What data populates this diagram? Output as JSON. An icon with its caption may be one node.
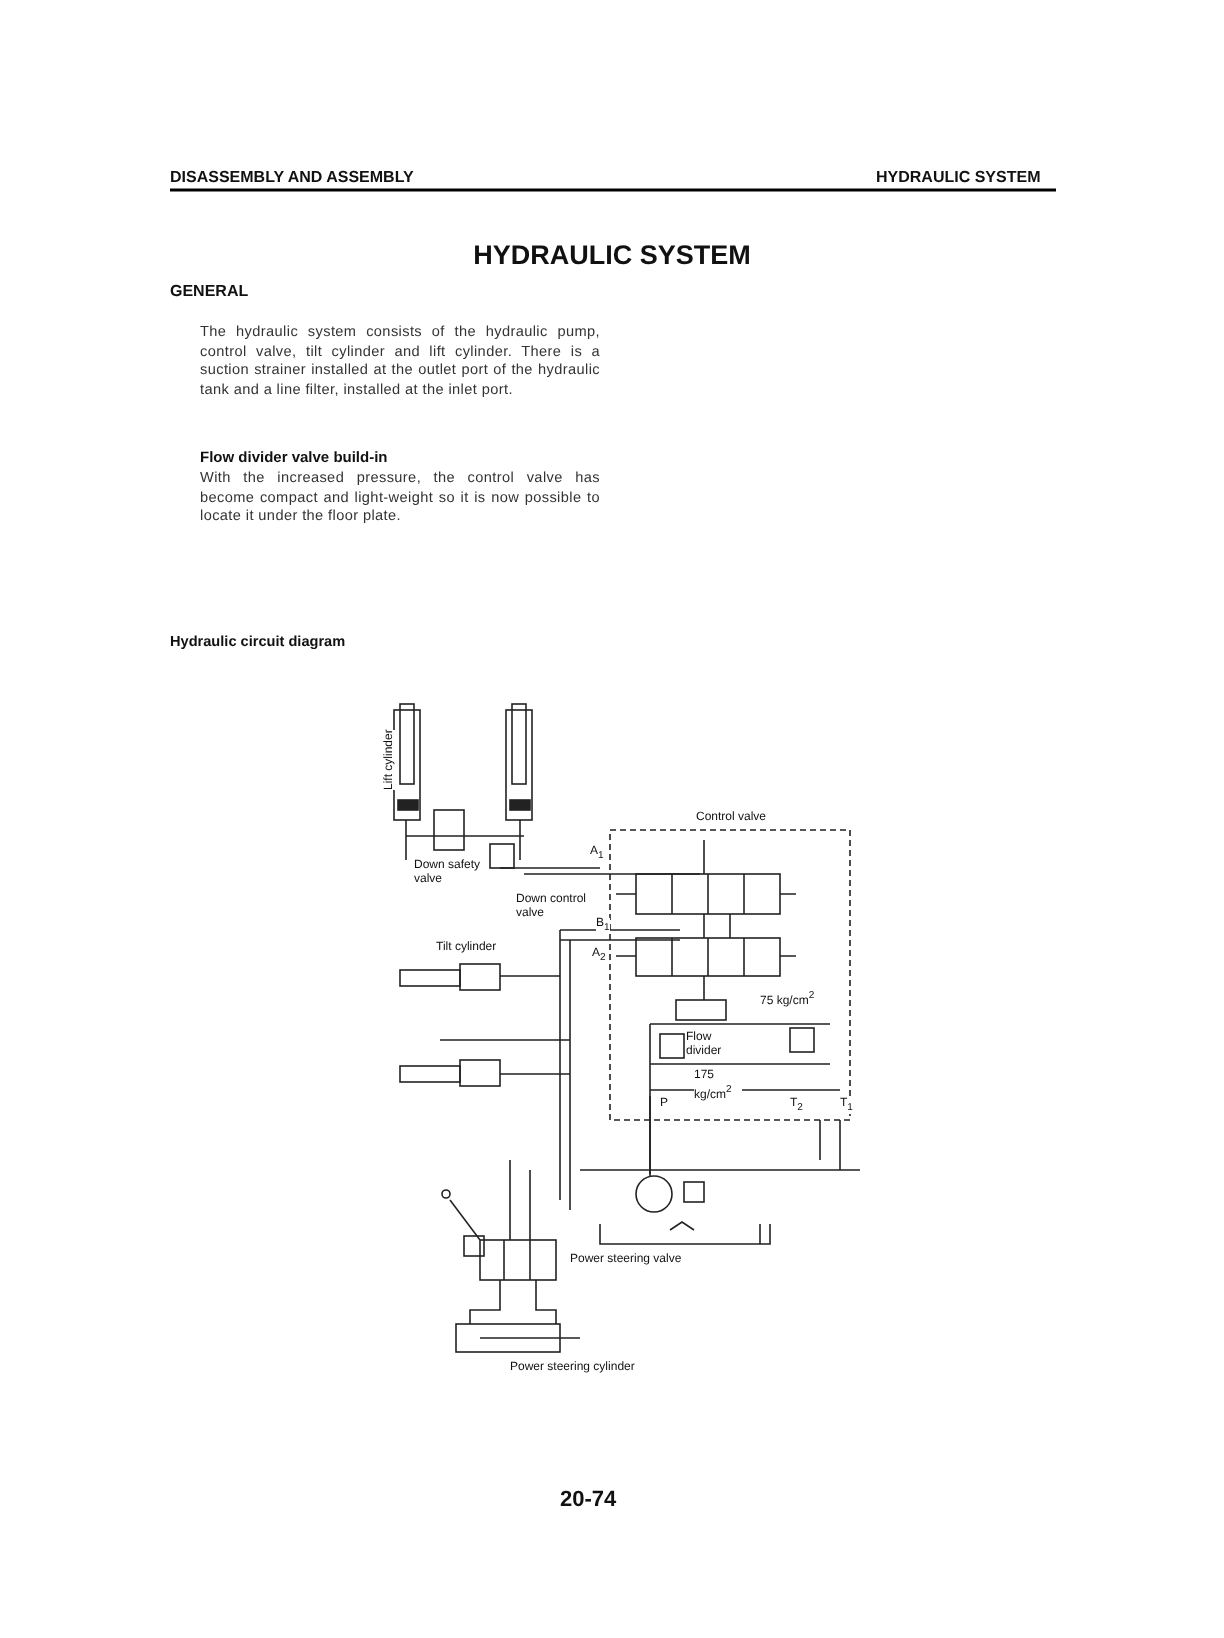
{
  "diagram": {
    "title": "HYDRAULIC SYSTEM",
    "labels": [
      "DISASSEMBLY AND ASSEMBLY",
      "HYDRAULIC SYSTEM",
      "GENERAL",
      "The hydraulic system consists of the hydraulic pump, control valve, tilt cylinder and lift cylinder. There is a suction strainer installed at the outlet port of the hydraulic tank and a line filter, installed at the inlet port.",
      "Flow divider valve build-in",
      "With the increased pressure, the control valve has become compact and light-weight so it is now possible to locate it under the floor plate.",
      "Hydraulic circuit diagram",
      "Lift cylinder",
      "Control valve",
      "Down safety valve",
      "A$_{1}$",
      "Down control valve",
      "B$_{1}$",
      "A$_{2}$",
      "Tilt cylinder",
      "75 kg/cm$^{2}$",
      "Flow divider",
      "175 kg/cm$^{2}$",
      "P",
      "T$_{2}$",
      "T$_{1}$",
      "Power steering valve",
      "Power steering cylinder",
      "20-74"
    ]
  }
}
